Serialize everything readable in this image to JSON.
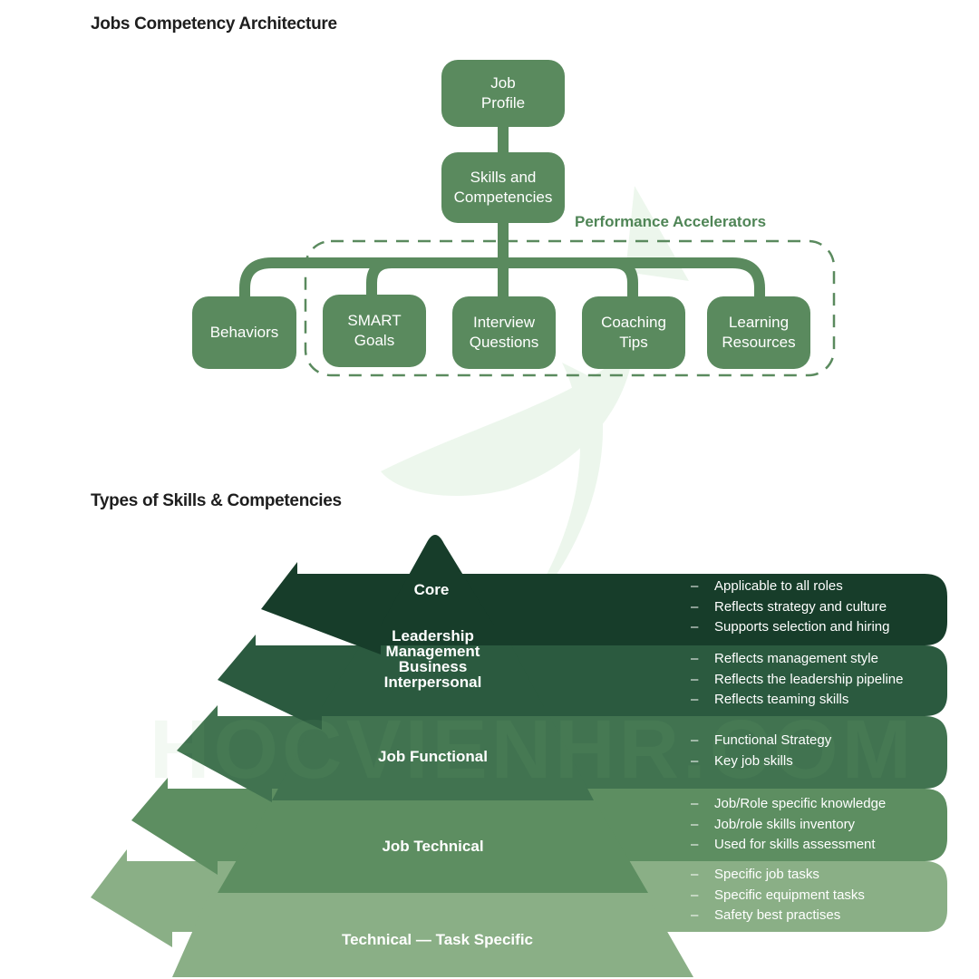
{
  "titles": {
    "architecture": "Jobs Competency Architecture",
    "types": "Types of Skills & Competencies"
  },
  "tree": {
    "root": "Job\nProfile",
    "skills": "Skills and\nCompetencies",
    "accelerators_label": "Performance Accelerators",
    "children": [
      "Behaviors",
      "SMART\nGoals",
      "Interview\nQuestions",
      "Coaching\nTips",
      "Learning\nResources"
    ]
  },
  "tiers": [
    {
      "label": "Core",
      "bullets": [
        "Applicable to all roles",
        "Reflects strategy and culture",
        "Supports selection and hiring"
      ]
    },
    {
      "label": "Leadership\nManagement\nBusiness\nInterpersonal",
      "bullets": [
        "Reflects management style",
        "Reflects the leadership pipeline",
        "Reflects teaming skills"
      ]
    },
    {
      "label": "Job Functional",
      "bullets": [
        "Functional Strategy",
        "Key job skills"
      ]
    },
    {
      "label": "Job Technical",
      "bullets": [
        "Job/Role specific knowledge",
        "Job/role skills inventory",
        "Used for skills assessment"
      ]
    },
    {
      "label": "Technical — Task Specific",
      "bullets": [
        "Specific job tasks",
        "Specific equipment tasks",
        "Safety best practises"
      ]
    }
  ],
  "watermark": "HOCVIENHR.COM",
  "colors": {
    "node": "#5a8a5e",
    "accent": "#4f8556",
    "tier1": "#173d2a",
    "tier2": "#2b5a3f",
    "tier3": "#417350",
    "tier4": "#5d8e61",
    "tier5": "#8aaf86"
  }
}
